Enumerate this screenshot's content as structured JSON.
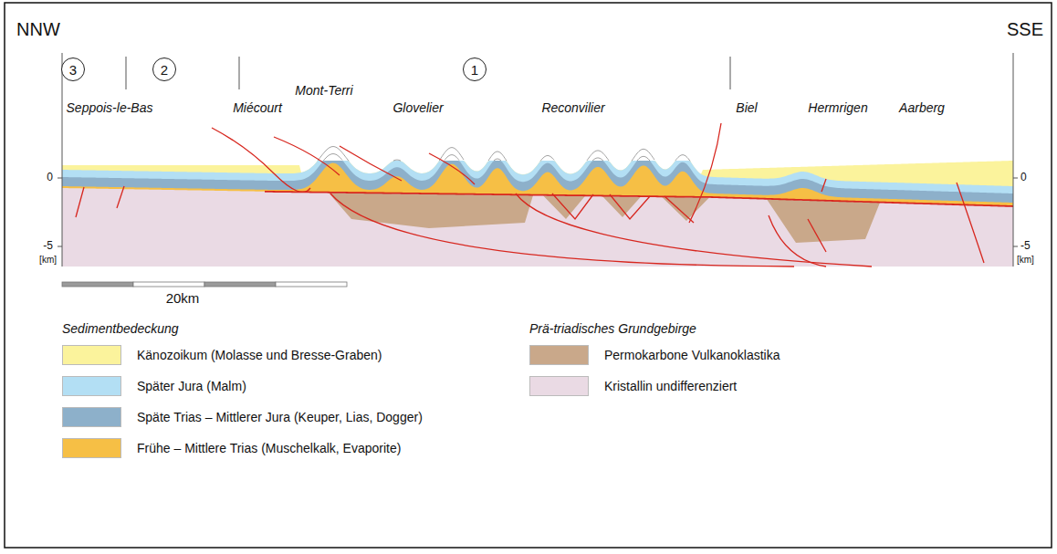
{
  "diagram": {
    "nodes": [
      {
        "text": [
          "3"
        ]
      },
      {
        "text": [
          "2"
        ]
      },
      {
        "text": [
          "1"
        ]
      }
    ],
    "labels": [
      "NNW",
      "SSE",
      "Seppois-le-Bas",
      "Miécourt",
      "Mont-Terri",
      "Glovelier",
      "Reconvilier",
      "Biel",
      "Hermrigen",
      "Aarberg",
      "0",
      "-5",
      "[km]",
      "0",
      "-5",
      "[km]",
      "20km",
      "Sedimentbedeckung",
      "Prä-triadisches Grundgebirge"
    ],
    "legend": [
      {
        "text": "Känozoikum (Molasse und Bresse-Graben)",
        "color": "#fbf39c"
      },
      {
        "text": "Später Jura (Malm)",
        "color": "#b3dff4"
      },
      {
        "text": "Späte Trias – Mittlerer Jura (Keuper, Lias, Dogger)",
        "color": "#8db0ca"
      },
      {
        "text": "Frühe – Mittlere Trias (Muschelkalk, Evaporite)",
        "color": "#f6bf45"
      },
      {
        "text": "Permokarbone Vulkanoklastika",
        "color": "#c9a88a"
      },
      {
        "text": "Kristallin undifferenziert",
        "color": "#eadae4"
      }
    ]
  }
}
